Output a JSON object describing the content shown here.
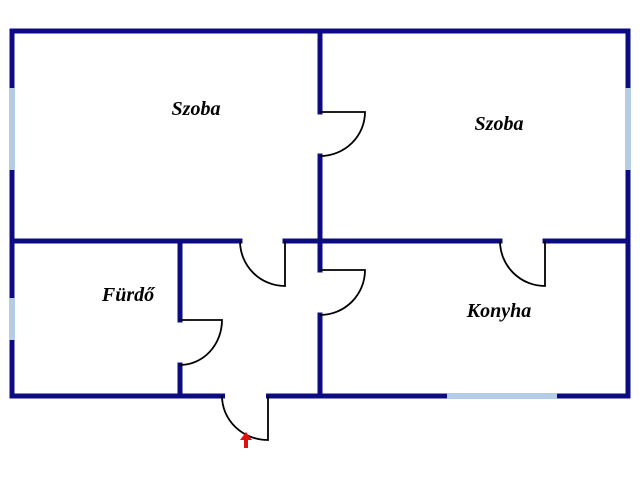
{
  "rooms": [
    {
      "name": "Szoba"
    },
    {
      "name": "Szoba"
    },
    {
      "name": "Fürdő"
    },
    {
      "name": "Konyha"
    }
  ],
  "colors": {
    "wall": "#0c0c82",
    "window": "#b4cce6",
    "door": "#000000",
    "entrance_arrow": "#e01010"
  }
}
